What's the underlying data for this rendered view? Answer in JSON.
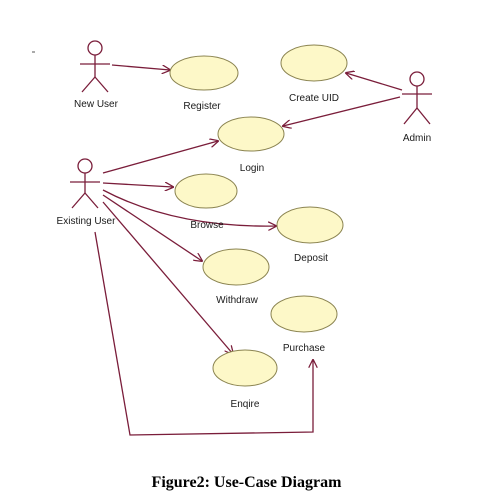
{
  "diagram": {
    "type": "use-case",
    "actors": [
      {
        "id": "new_user",
        "label": "New User"
      },
      {
        "id": "admin",
        "label": "Admin"
      },
      {
        "id": "existing_user",
        "label": "Existing User"
      }
    ],
    "use_cases": [
      {
        "id": "register",
        "label": "Register"
      },
      {
        "id": "create_uid",
        "label": "Create UID"
      },
      {
        "id": "login",
        "label": "Login"
      },
      {
        "id": "browse",
        "label": "Browse"
      },
      {
        "id": "deposit",
        "label": "Deposit"
      },
      {
        "id": "withdraw",
        "label": "Withdraw"
      },
      {
        "id": "purchase",
        "label": "Purchase"
      },
      {
        "id": "enquire",
        "label": "Enqire"
      }
    ],
    "associations": [
      {
        "from": "new_user",
        "to": "register"
      },
      {
        "from": "admin",
        "to": "create_uid"
      },
      {
        "from": "admin",
        "to": "login"
      },
      {
        "from": "existing_user",
        "to": "login"
      },
      {
        "from": "existing_user",
        "to": "browse"
      },
      {
        "from": "existing_user",
        "to": "deposit"
      },
      {
        "from": "existing_user",
        "to": "withdraw"
      },
      {
        "from": "existing_user",
        "to": "enquire"
      },
      {
        "from": "existing_user",
        "to": "purchase"
      }
    ],
    "colors": {
      "line": "#7a1d3a",
      "ellipse_fill": "#fdf8c8",
      "ellipse_stroke": "#8a8350"
    }
  },
  "caption": "Figure2: Use-Case Diagram"
}
